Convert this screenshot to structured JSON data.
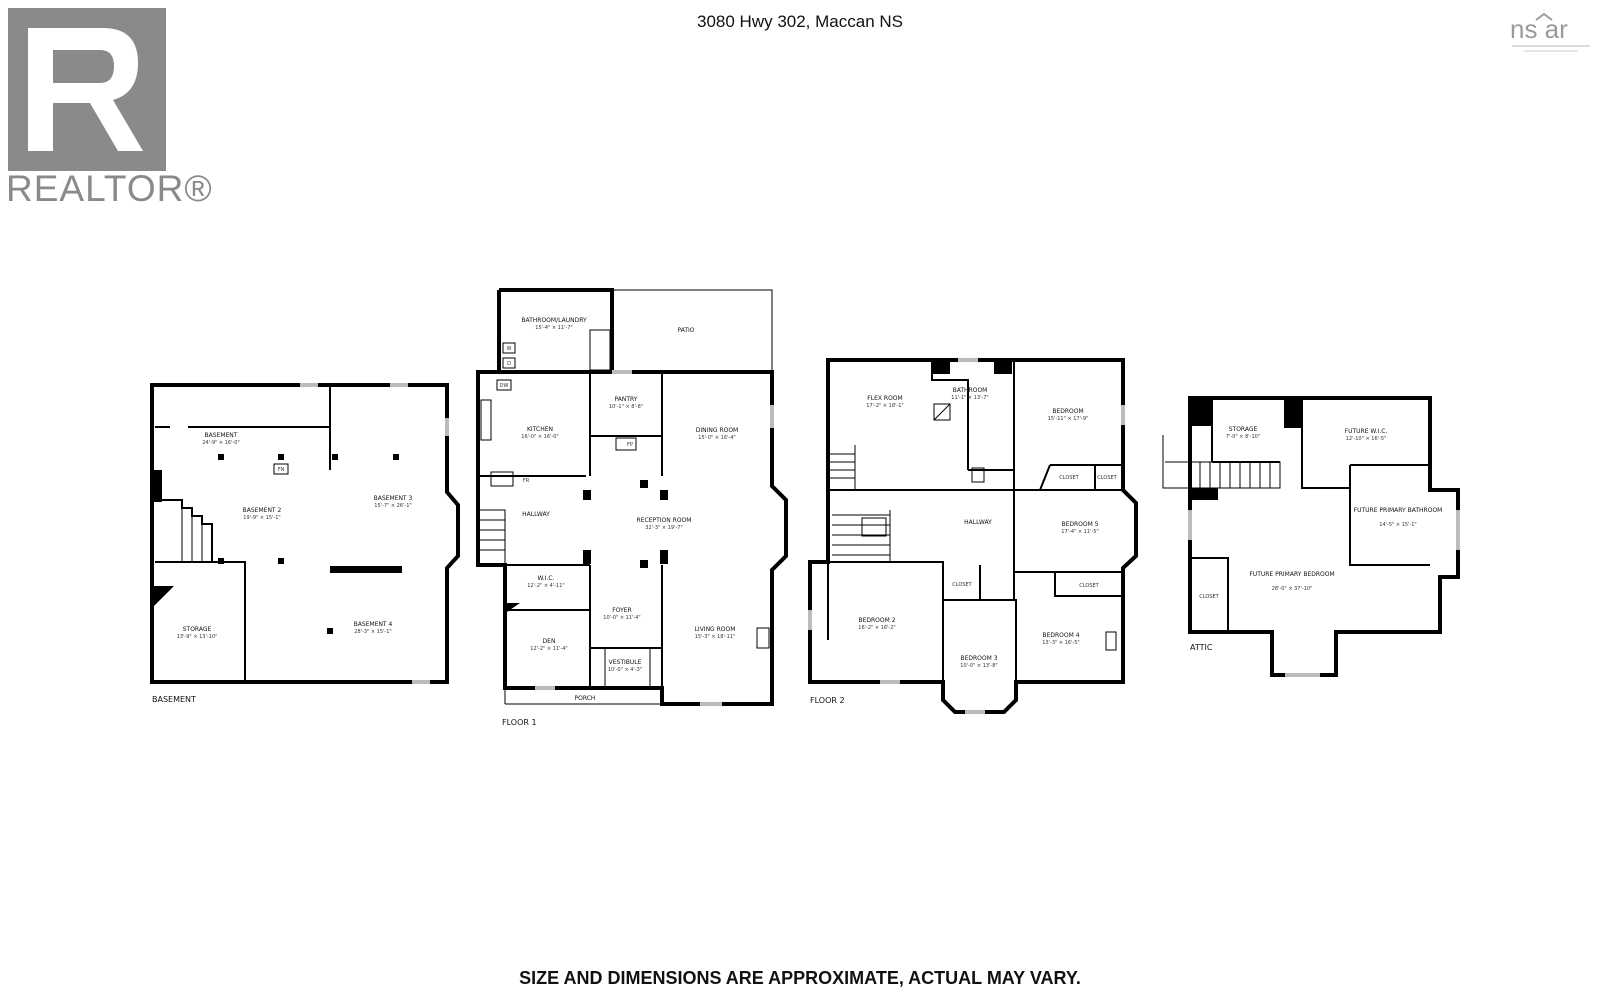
{
  "header": {
    "title": "3080 Hwy 302, Maccan NS"
  },
  "logos": {
    "realtor": "REALTOR®",
    "nsar": "ns ar"
  },
  "footer": {
    "disclaimer": "SIZE AND DIMENSIONS ARE APPROXIMATE, ACTUAL MAY VARY."
  },
  "floors": [
    {
      "label": "BASEMENT",
      "rooms": [
        {
          "name": "BASEMENT",
          "dims": "24'-9\" × 16'-0\""
        },
        {
          "name": "BASEMENT 2",
          "dims": "19'-9\" × 15'-1\""
        },
        {
          "name": "BASEMENT 3",
          "dims": "15'-7\" × 26'-1\""
        },
        {
          "name": "BASEMENT 4",
          "dims": "28'-3\" × 15'-1\""
        },
        {
          "name": "STORAGE",
          "dims": "13'-9\" × 13'-10\""
        },
        {
          "name": "FN",
          "dims": ""
        }
      ]
    },
    {
      "label": "FLOOR 1",
      "rooms": [
        {
          "name": "BATHROOM/LAUNDRY",
          "dims": "15'-4\" × 11'-7\""
        },
        {
          "name": "PATIO",
          "dims": ""
        },
        {
          "name": "PANTRY",
          "dims": "10'-1\" × 8'-8\""
        },
        {
          "name": "KITCHEN",
          "dims": "16'-0\" × 16'-0\""
        },
        {
          "name": "DINING ROOM",
          "dims": "15'-0\" × 16'-4\""
        },
        {
          "name": "HALLWAY",
          "dims": ""
        },
        {
          "name": "RECEPTION ROOM",
          "dims": "32'-3\" × 19'-7\""
        },
        {
          "name": "W.I.C.",
          "dims": "12'-2\" × 4'-11\""
        },
        {
          "name": "FOYER",
          "dims": "10'-0\" × 11'-4\""
        },
        {
          "name": "DEN",
          "dims": "12'-2\" × 11'-4\""
        },
        {
          "name": "LIVING ROOM",
          "dims": "15'-3\" × 18'-11\""
        },
        {
          "name": "VESTIBULE",
          "dims": "10'-0\" × 4'-3\""
        },
        {
          "name": "PORCH",
          "dims": ""
        },
        {
          "name": "DW",
          "dims": ""
        },
        {
          "name": "FR",
          "dims": ""
        },
        {
          "name": "FP",
          "dims": ""
        },
        {
          "name": "W",
          "dims": ""
        },
        {
          "name": "D",
          "dims": ""
        }
      ]
    },
    {
      "label": "FLOOR 2",
      "rooms": [
        {
          "name": "FLEX ROOM",
          "dims": "17'-2\" × 18'-1\""
        },
        {
          "name": "BATHROOM",
          "dims": "11'-1\" × 13'-7\""
        },
        {
          "name": "BEDROOM",
          "dims": "15'-11\" × 17'-9\""
        },
        {
          "name": "HALLWAY",
          "dims": ""
        },
        {
          "name": "BEDROOM 5",
          "dims": "17'-4\" × 11'-5\""
        },
        {
          "name": "BEDROOM 2",
          "dims": "16'-2\" × 16'-2\""
        },
        {
          "name": "BEDROOM 3",
          "dims": "10'-0\" × 13'-8\""
        },
        {
          "name": "BEDROOM 4",
          "dims": "13'-3\" × 16'-5\""
        },
        {
          "name": "CLOSET",
          "dims": ""
        }
      ]
    },
    {
      "label": "ATTIC",
      "rooms": [
        {
          "name": "STORAGE",
          "dims": "7'-0\" × 8'-10\""
        },
        {
          "name": "FUTURE W.I.C.",
          "dims": "12'-10\" × 16'-5\""
        },
        {
          "name": "FUTURE PRIMARY BATHROOM",
          "dims": "14'-5\" × 15'-1\""
        },
        {
          "name": "FUTURE PRIMARY BEDROOM",
          "dims": "28'-0\" × 37'-10\""
        },
        {
          "name": "CLOSET",
          "dims": ""
        }
      ]
    }
  ]
}
